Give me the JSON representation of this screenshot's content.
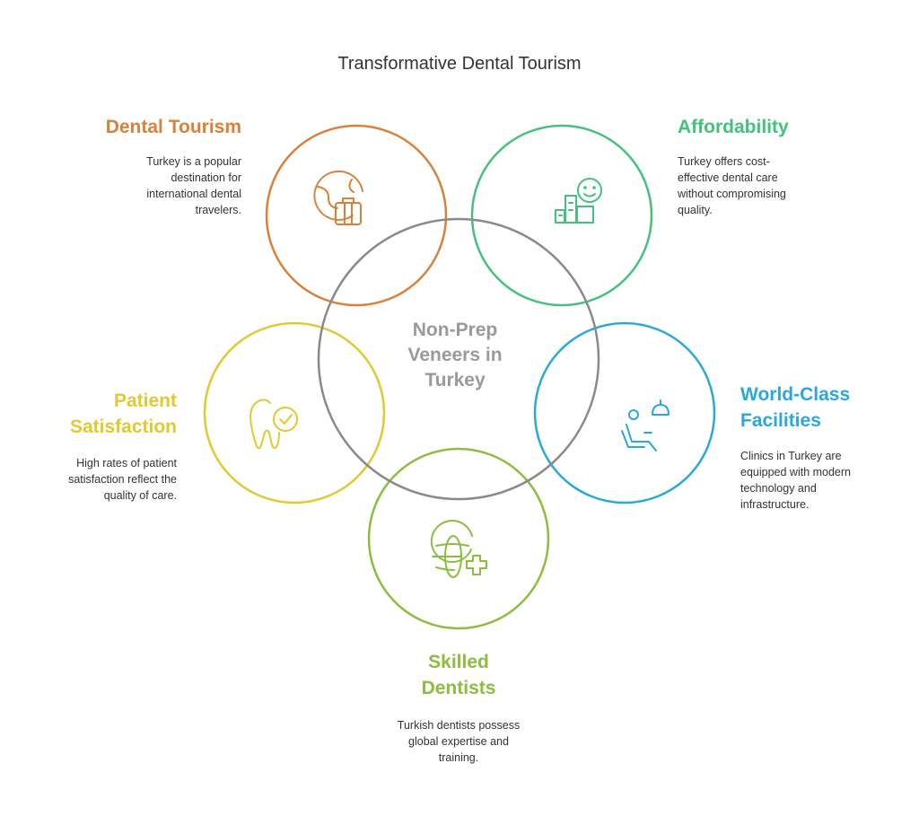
{
  "title": "Transformative Dental Tourism",
  "center": {
    "lines": [
      "Non-Prep",
      "Veneers in",
      "Turkey"
    ],
    "color": "#9a9a9a"
  },
  "nodes": {
    "dental_tourism": {
      "heading": [
        "Dental Tourism"
      ],
      "desc": [
        "Turkey is a popular",
        "destination for",
        "international dental",
        "travelers."
      ],
      "color": "#d9813a",
      "icon": "globe-suitcase-icon"
    },
    "affordability": {
      "heading": [
        "Affordability"
      ],
      "desc": [
        "Turkey offers cost-",
        "effective dental care",
        "without compromising",
        "quality."
      ],
      "color": "#45c07d",
      "icon": "smiley-bar-chart-icon"
    },
    "world_class": {
      "heading": [
        "World-Class",
        "Facilities"
      ],
      "desc": [
        "Clinics in Turkey are",
        "equipped with modern",
        "technology and",
        "infrastructure."
      ],
      "color": "#2aa8d8",
      "icon": "dental-chair-lamp-icon"
    },
    "skilled": {
      "heading": [
        "Skilled",
        "Dentists"
      ],
      "desc": [
        "Turkish dentists possess",
        "global expertise and",
        "training."
      ],
      "color": "#8cbd3e",
      "icon": "globe-medical-cross-icon"
    },
    "patient": {
      "heading": [
        "Patient",
        "Satisfaction"
      ],
      "desc": [
        "High rates of patient",
        "satisfaction reflect the",
        "quality of care."
      ],
      "color": "#e1c92f",
      "icon": "tooth-check-icon"
    }
  }
}
